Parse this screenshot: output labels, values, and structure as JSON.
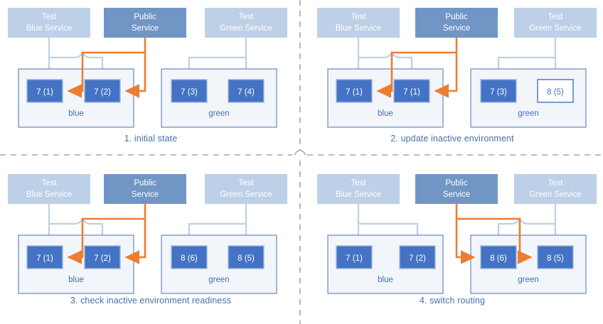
{
  "diagram": {
    "title_visible": false,
    "colors": {
      "service_light": "#bdd0e7",
      "service_public": "#7195c4",
      "node_fill": "#4472c4",
      "node_border": "#9eb8da",
      "node_text": "#ffffff",
      "node_inactive_fill": "#ffffff",
      "node_inactive_text": "#4472c4",
      "container_fill": "#f2f5fa",
      "container_border": "#5b7fb8",
      "arrow_light": "#bdd0e7",
      "arrow_orange": "#ed7d31",
      "caption_text": "#4472a8",
      "divider": "#a6a6a6",
      "service_label": "#ffffff"
    },
    "service_labels": {
      "test_blue": [
        "Test",
        "Blue Service"
      ],
      "public": [
        "Public",
        "Service"
      ],
      "test_green": [
        "Test",
        "Green Service"
      ]
    },
    "environment_labels": {
      "blue": "blue",
      "green": "green"
    },
    "panels": [
      {
        "id": "panel-1",
        "caption": "1. initial state",
        "blue_nodes": [
          {
            "label": "7 (1)",
            "state": "active"
          },
          {
            "label": "7 (2)",
            "state": "active"
          }
        ],
        "green_nodes": [
          {
            "label": "7 (3)",
            "state": "active"
          },
          {
            "label": "7 (4)",
            "state": "active"
          }
        ],
        "public_routes_to": "blue",
        "test_blue_routes_to": "blue",
        "test_green_routes_to": "green"
      },
      {
        "id": "panel-2",
        "caption": "2. update inactive environment",
        "blue_nodes": [
          {
            "label": "7 (1)",
            "state": "active"
          },
          {
            "label": "7 (1)",
            "state": "active"
          }
        ],
        "green_nodes": [
          {
            "label": "7 (3)",
            "state": "active"
          },
          {
            "label": "8 (5)",
            "state": "inactive"
          }
        ],
        "public_routes_to": "blue",
        "test_blue_routes_to": "blue",
        "test_green_routes_to": "green"
      },
      {
        "id": "panel-3",
        "caption": "3. check inactive environment readiness",
        "blue_nodes": [
          {
            "label": "7 (1)",
            "state": "active"
          },
          {
            "label": "7 (2)",
            "state": "active"
          }
        ],
        "green_nodes": [
          {
            "label": "8 (6)",
            "state": "active"
          },
          {
            "label": "8 (5)",
            "state": "active"
          }
        ],
        "public_routes_to": "blue",
        "test_blue_routes_to": "blue",
        "test_green_routes_to": "green"
      },
      {
        "id": "panel-4",
        "caption": "4. switch routing",
        "blue_nodes": [
          {
            "label": "7 (1)",
            "state": "active"
          },
          {
            "label": "7 (2)",
            "state": "active"
          }
        ],
        "green_nodes": [
          {
            "label": "8 (6)",
            "state": "active"
          },
          {
            "label": "8 (5)",
            "state": "active"
          }
        ],
        "public_routes_to": "green",
        "test_blue_routes_to": "blue",
        "test_green_routes_to": "green"
      }
    ]
  }
}
